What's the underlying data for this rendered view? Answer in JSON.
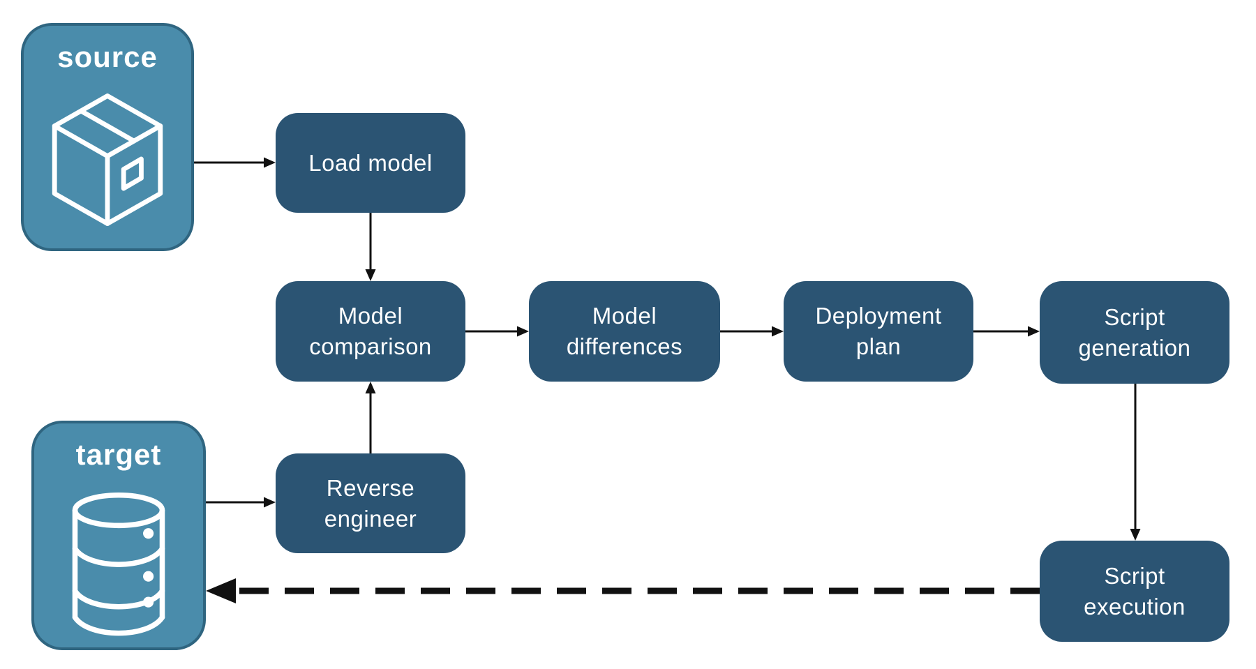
{
  "endpoints": {
    "source": {
      "label": "source",
      "icon": "package-icon"
    },
    "target": {
      "label": "target",
      "icon": "database-icon"
    }
  },
  "nodes": [
    {
      "id": "load-model",
      "label": "Load model"
    },
    {
      "id": "model-comparison",
      "label": "Model\ncomparison"
    },
    {
      "id": "model-differences",
      "label": "Model\ndifferences"
    },
    {
      "id": "deployment-plan",
      "label": "Deployment\nplan"
    },
    {
      "id": "script-generation",
      "label": "Script\ngeneration"
    },
    {
      "id": "reverse-engineer",
      "label": "Reverse\nengineer"
    },
    {
      "id": "script-execution",
      "label": "Script\nexecution"
    }
  ],
  "edges": [
    {
      "from": "source",
      "to": "load-model",
      "style": "solid"
    },
    {
      "from": "load-model",
      "to": "model-comparison",
      "style": "solid"
    },
    {
      "from": "model-comparison",
      "to": "model-differences",
      "style": "solid"
    },
    {
      "from": "model-differences",
      "to": "deployment-plan",
      "style": "solid"
    },
    {
      "from": "deployment-plan",
      "to": "script-generation",
      "style": "solid"
    },
    {
      "from": "script-generation",
      "to": "script-execution",
      "style": "solid"
    },
    {
      "from": "target",
      "to": "reverse-engineer",
      "style": "solid"
    },
    {
      "from": "reverse-engineer",
      "to": "model-comparison",
      "style": "solid"
    },
    {
      "from": "script-execution",
      "to": "target",
      "style": "dashed"
    }
  ],
  "colors": {
    "node_fill": "#2b5473",
    "endpoint_fill": "#4a8cab",
    "endpoint_border": "#2f6580",
    "arrow": "#111111",
    "text": "#ffffff",
    "background": "#ffffff"
  }
}
